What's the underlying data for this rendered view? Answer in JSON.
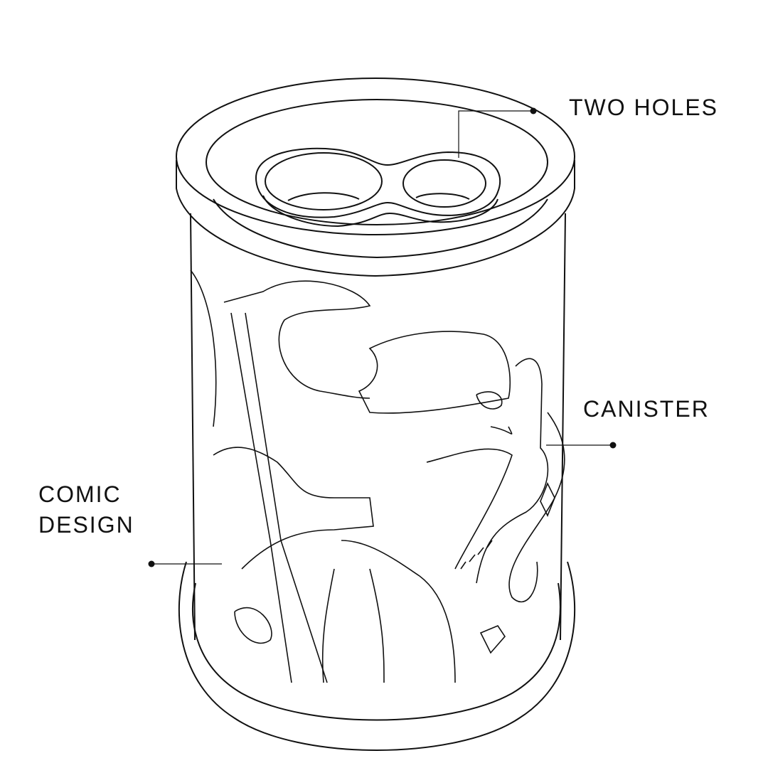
{
  "labels": {
    "two_holes": "TWO HOLES",
    "canister": "CANISTER",
    "comic_design_line1": "COMIC",
    "comic_design_line2": "DESIGN"
  },
  "colors": {
    "line": "#111111",
    "background": "#ffffff"
  }
}
